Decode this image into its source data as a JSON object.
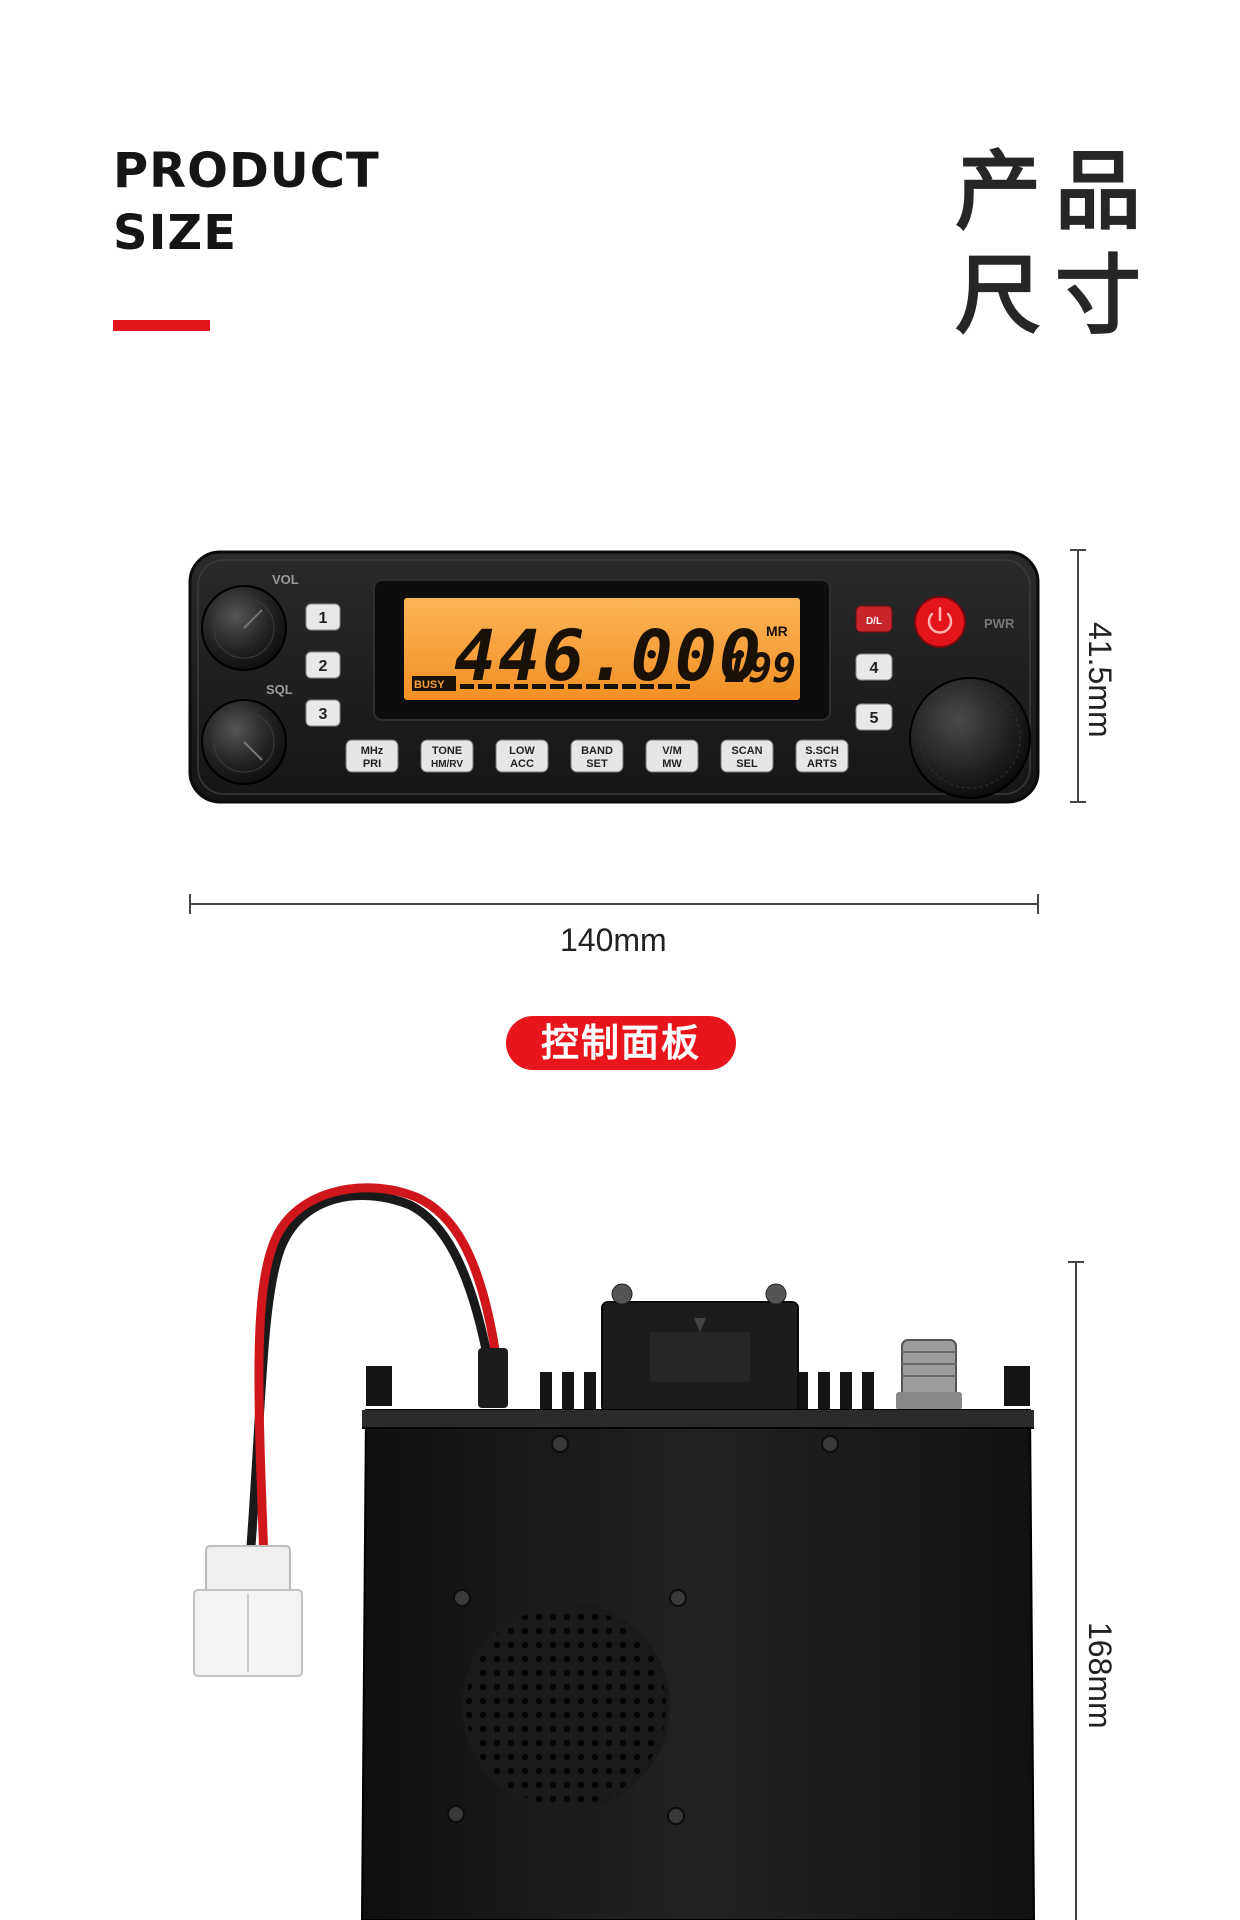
{
  "heading": {
    "en_line1": "PRODUCT",
    "en_line2": "SIZE",
    "cn_line1": "产品",
    "cn_line2": "尺寸"
  },
  "panel": {
    "height_label": "41.5mm",
    "width_label": "140mm",
    "caption": "控制面板",
    "display_frequency": "446.000",
    "display_channel": "199",
    "display_mr": "MR",
    "display_busy": "BUSY",
    "knob_vol": "VOL",
    "knob_sql": "SQL",
    "pwr_label": "PWR",
    "num_keys_left": [
      "1",
      "2",
      "3"
    ],
    "num_keys_right": [
      "4",
      "5"
    ],
    "function_keys": [
      {
        "top": "MHz",
        "bottom": "PRI"
      },
      {
        "top": "TONE",
        "bottom": "HM/RV"
      },
      {
        "top": "LOW",
        "bottom": "ACC"
      },
      {
        "top": "BAND",
        "bottom": "SET"
      },
      {
        "top": "V/M",
        "bottom": "MW"
      },
      {
        "top": "SCAN",
        "bottom": "SEL"
      },
      {
        "top": "S.SCH",
        "bottom": "ARTS"
      }
    ],
    "dl_key": "D/L"
  },
  "body_view": {
    "length_label": "168mm"
  },
  "colors": {
    "accent": "#e3141b",
    "lcd": "#f7a23c",
    "radio_body": "#1b1b1b"
  }
}
